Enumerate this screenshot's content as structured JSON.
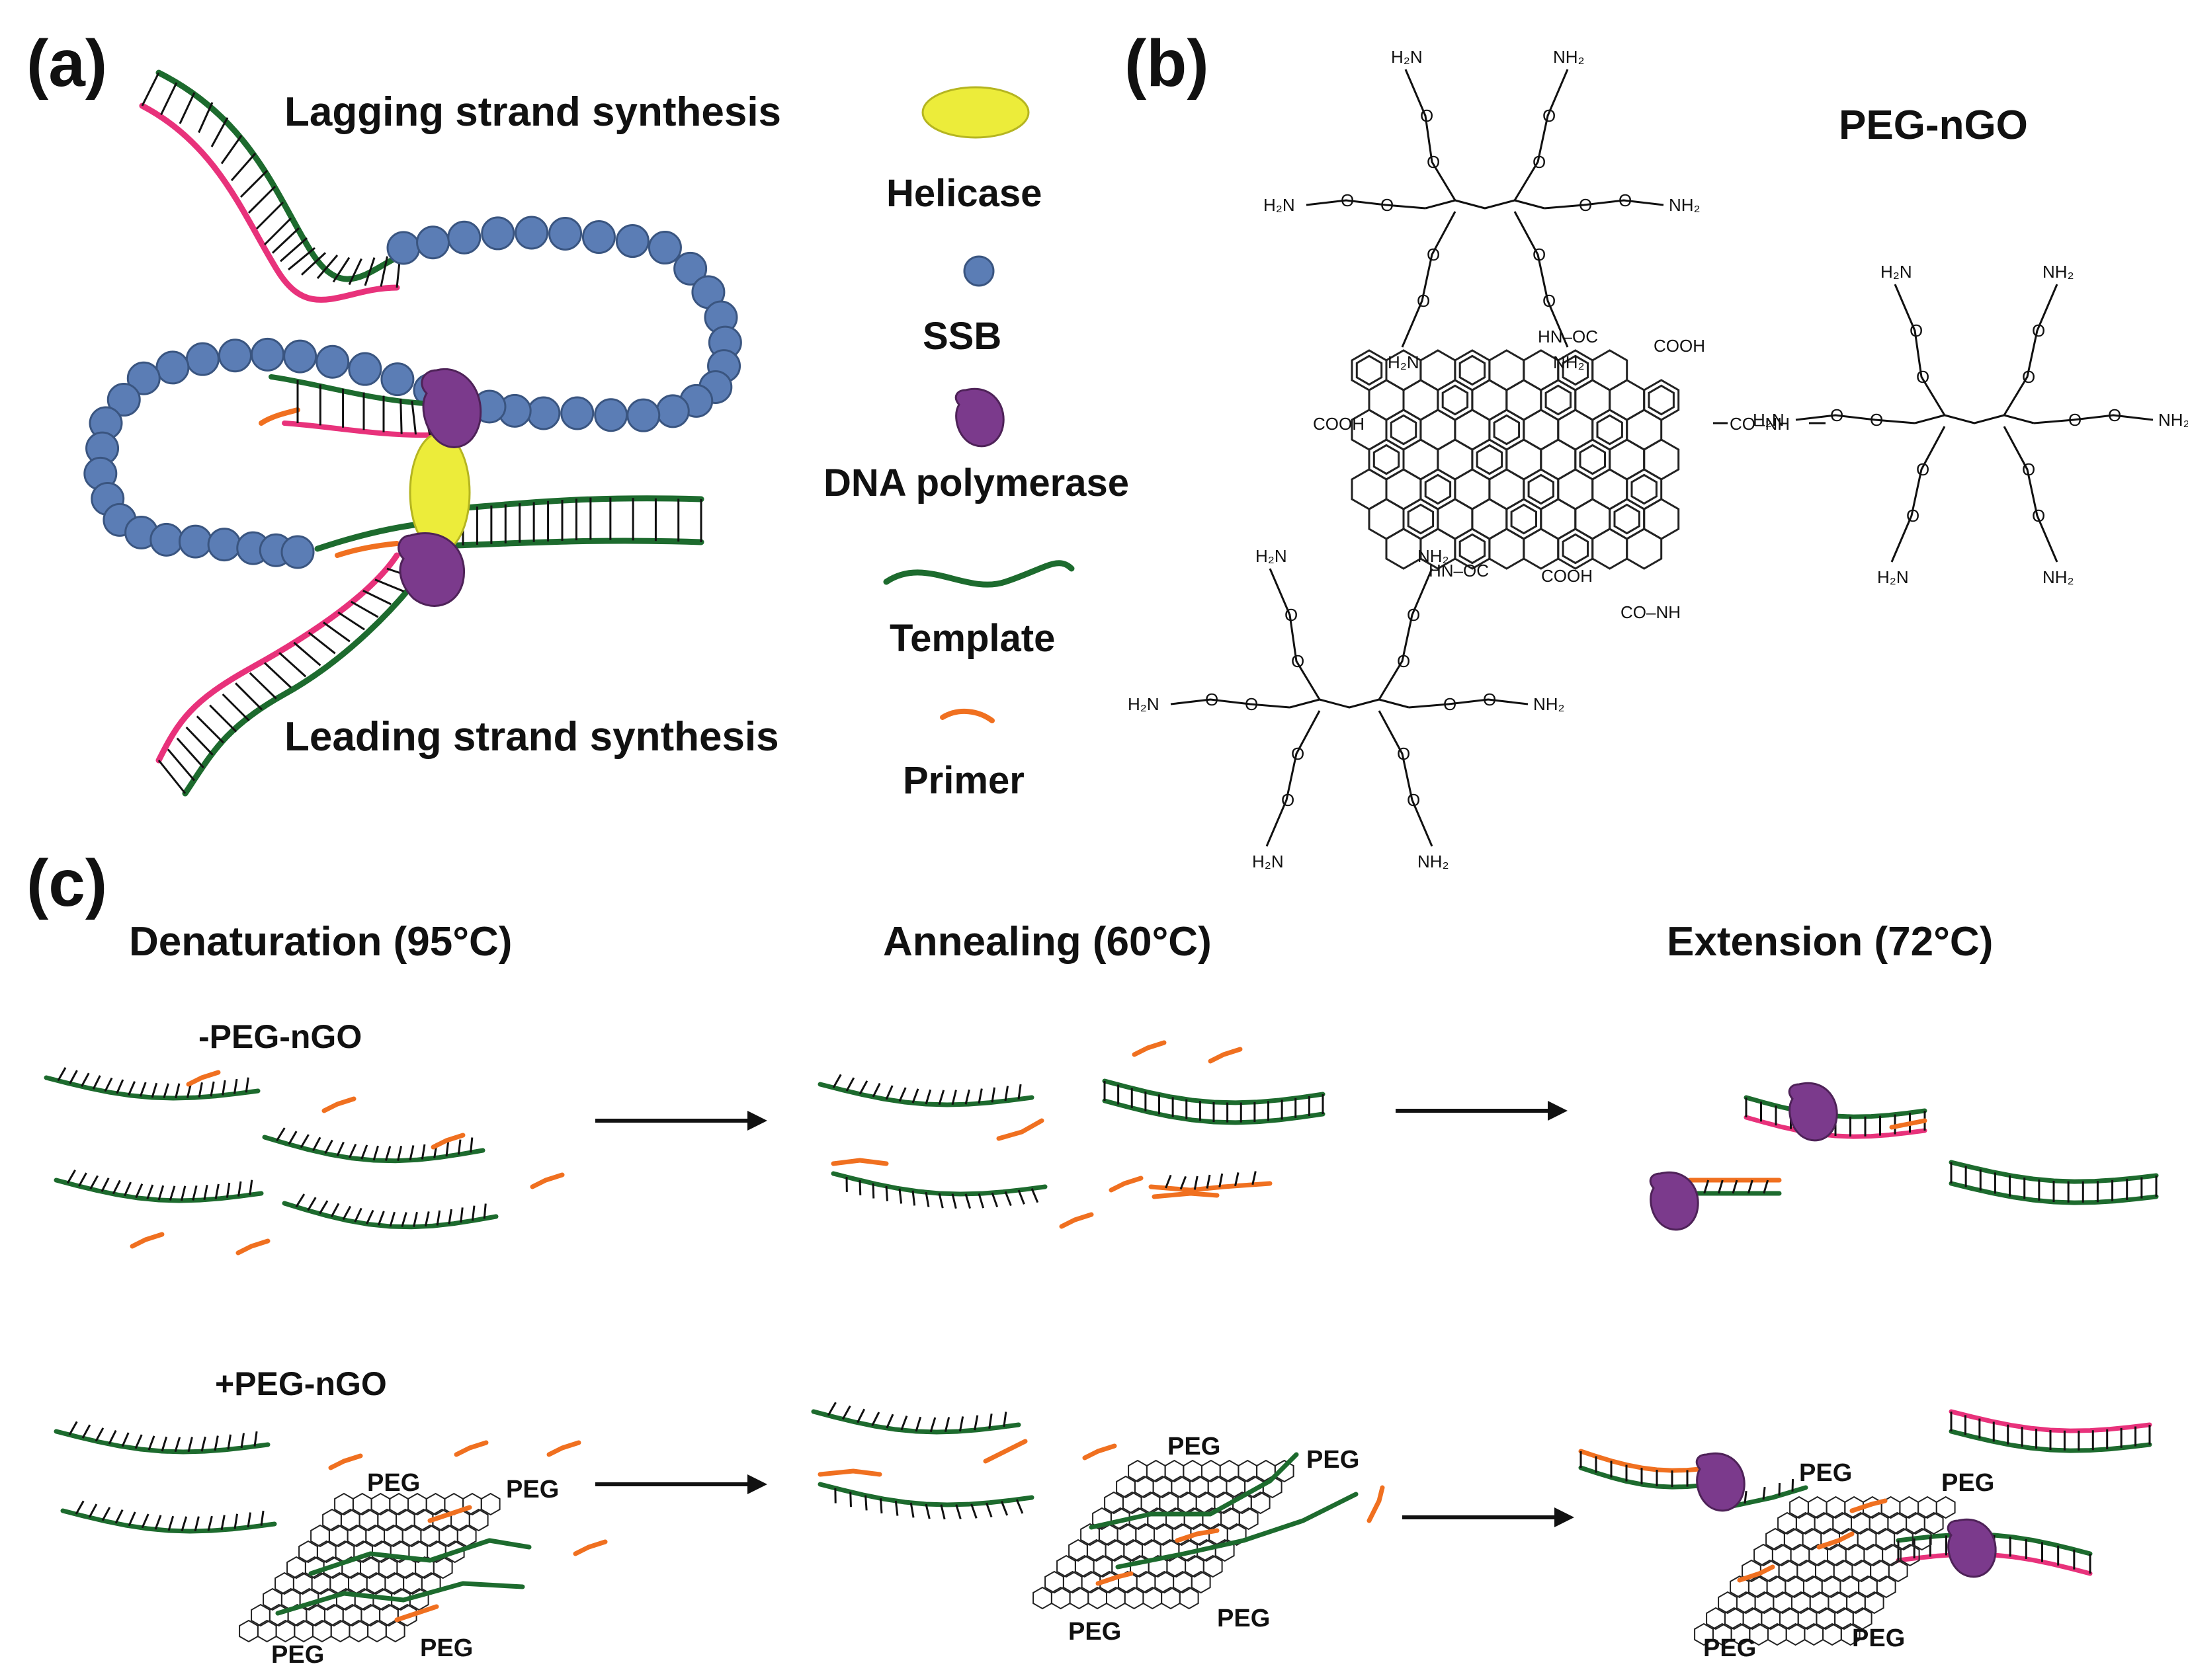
{
  "panels": {
    "a": {
      "label": "(a)",
      "lagging": "Lagging strand synthesis",
      "leading": "Leading strand synthesis",
      "legend": {
        "helicase": "Helicase",
        "ssb": "SSB",
        "polymerase": "DNA polymerase",
        "template": "Template",
        "primer": "Primer"
      }
    },
    "b": {
      "label": "(b)",
      "title": "PEG-nGO",
      "groups": {
        "h2n": "H₂N",
        "nh2": "NH₂",
        "o": "O",
        "cooh": "COOH",
        "hnoc": "HN–OC",
        "conh": "CO–NH"
      }
    },
    "c": {
      "label": "(c)",
      "steps": {
        "denaturation": "Denaturation (95°C)",
        "annealing": "Annealing (60°C)",
        "extension": "Extension (72°C)"
      },
      "rows": {
        "minus": "-PEG-nGO",
        "plus": "+PEG-nGO"
      },
      "peg": "PEG"
    }
  },
  "colors": {
    "template": "#1d6b2e",
    "primer": "#f07020",
    "newstrand": "#e8327b",
    "helicase": "#ecec3a",
    "ssb": "#5b7db5",
    "polymerase": "#7b3a8c"
  }
}
